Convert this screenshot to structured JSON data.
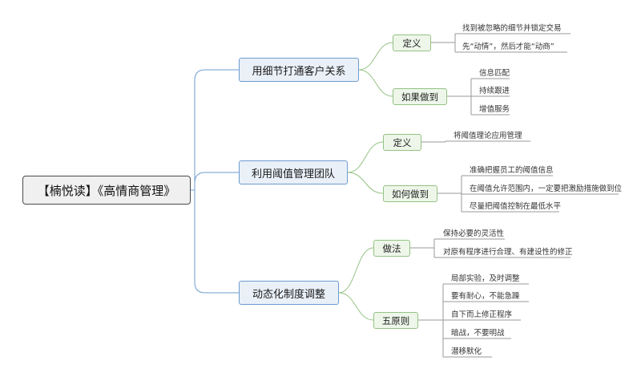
{
  "root": {
    "title": "【楠悦读】《高情商管理》"
  },
  "branches": [
    {
      "title": "用细节打通客户关系",
      "children": [
        {
          "title": "定义",
          "items": [
            "找到被忽略的细节并锁定交易",
            "先“动情”，然后才能“动商”"
          ]
        },
        {
          "title": "如果做到",
          "items": [
            "信息匹配",
            "持续跟进",
            "增值服务"
          ]
        }
      ]
    },
    {
      "title": "利用阈值管理团队",
      "children": [
        {
          "title": "定义",
          "items": [
            "将阈值理论应用管理"
          ]
        },
        {
          "title": "如何做到",
          "items": [
            "准确把握员工的阈值信息",
            "在阈值允许范围内，一定要把激励措施做到位",
            "尽量把阈值控制在最低水平"
          ]
        }
      ]
    },
    {
      "title": "动态化制度调整",
      "children": [
        {
          "title": "做法",
          "items": [
            "保持必要的灵活性",
            "对原有程序进行合理、有建设性的修正"
          ]
        },
        {
          "title": "五原则",
          "items": [
            "局部实验，及时调整",
            "要有耐心，不能急躁",
            "自下而上修正程序",
            "暗战，不要明战",
            "潜移默化"
          ]
        }
      ]
    }
  ]
}
